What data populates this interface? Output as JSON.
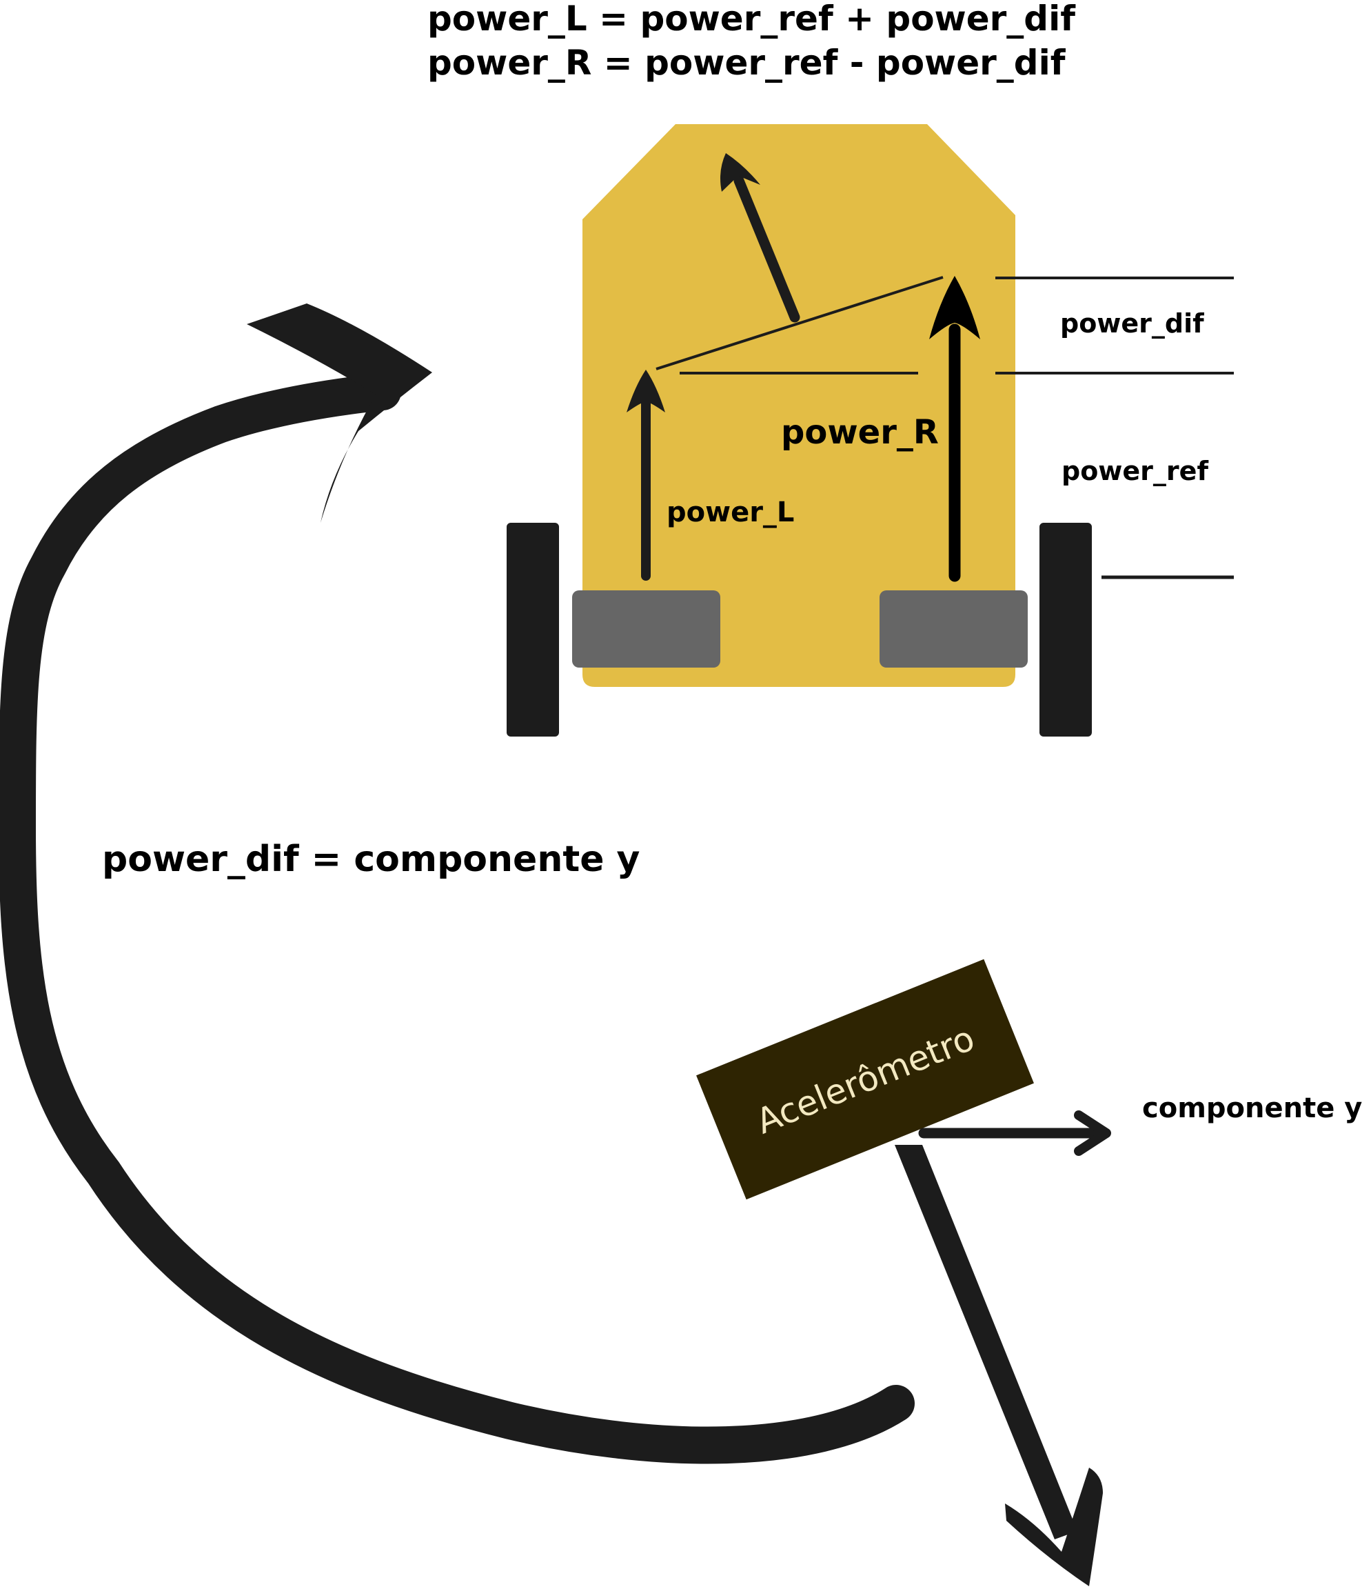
{
  "equations": {
    "line1": "power_L = power_ref + power_dif",
    "line2": "power_R = power_ref - power_dif"
  },
  "robot": {
    "power_L": "power_L",
    "power_R": "power_R"
  },
  "legend": {
    "power_dif": "power_dif",
    "power_ref": "power_ref"
  },
  "relation": "power_dif = componente y",
  "sensor": {
    "name": "Acelerômetro",
    "component": "componente y"
  },
  "colors": {
    "chassis": "#e3bd45",
    "wheel": "#1c1c1c",
    "motor": "#666666",
    "sensor": "#2e2402",
    "ink": "#1c1c1c"
  }
}
